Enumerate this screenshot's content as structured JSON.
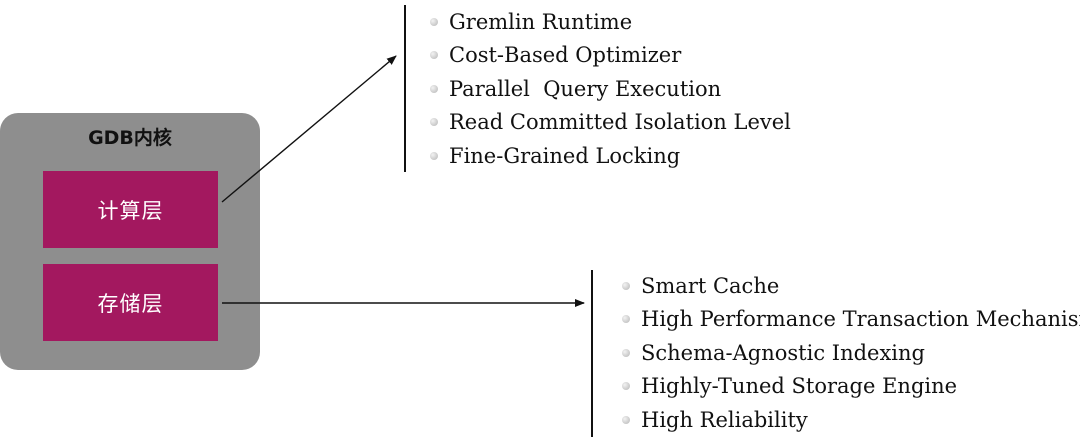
{
  "colors": {
    "core_box": "#8e8e8e",
    "layer_fill": "#a3185f",
    "layer_text": "#ffffff",
    "line": "#111111"
  },
  "core": {
    "title": "GDB内核",
    "compute_layer": "计算层",
    "storage_layer": "存储层"
  },
  "compute_features": [
    "Gremlin Runtime",
    "Cost-Based Optimizer",
    "Parallel  Query Execution",
    "Read Committed Isolation Level",
    "Fine-Grained Locking"
  ],
  "storage_features": [
    "Smart Cache",
    "High Performance Transaction Mechanism",
    "Schema-Agnostic Indexing",
    "Highly-Tuned Storage Engine",
    "High Reliability"
  ]
}
